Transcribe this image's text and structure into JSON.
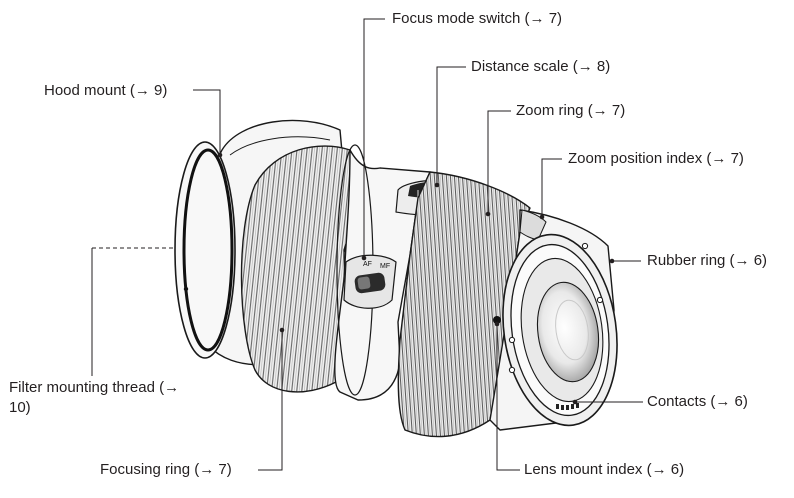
{
  "diagram": {
    "callouts": [
      {
        "id": "focus-mode-switch",
        "text": "Focus mode switch (→ 7)"
      },
      {
        "id": "distance-scale",
        "text": "Distance scale (→ 8)"
      },
      {
        "id": "hood-mount",
        "text": "Hood mount (→ 9)"
      },
      {
        "id": "zoom-ring",
        "text": "Zoom ring (→ 7)"
      },
      {
        "id": "zoom-position-index",
        "text": "Zoom position index (→ 7)"
      },
      {
        "id": "rubber-ring",
        "text": "Rubber ring (→ 6)"
      },
      {
        "id": "filter-mounting-thread",
        "text": "Filter mounting thread (→ 10)"
      },
      {
        "id": "contacts",
        "text": "Contacts (→ 6)"
      },
      {
        "id": "focusing-ring",
        "text": "Focusing ring (→ 7)"
      },
      {
        "id": "lens-mount-index",
        "text": "Lens mount index (→ 6)"
      }
    ],
    "switch_markings": {
      "af": "AF",
      "mf": "MF"
    }
  }
}
